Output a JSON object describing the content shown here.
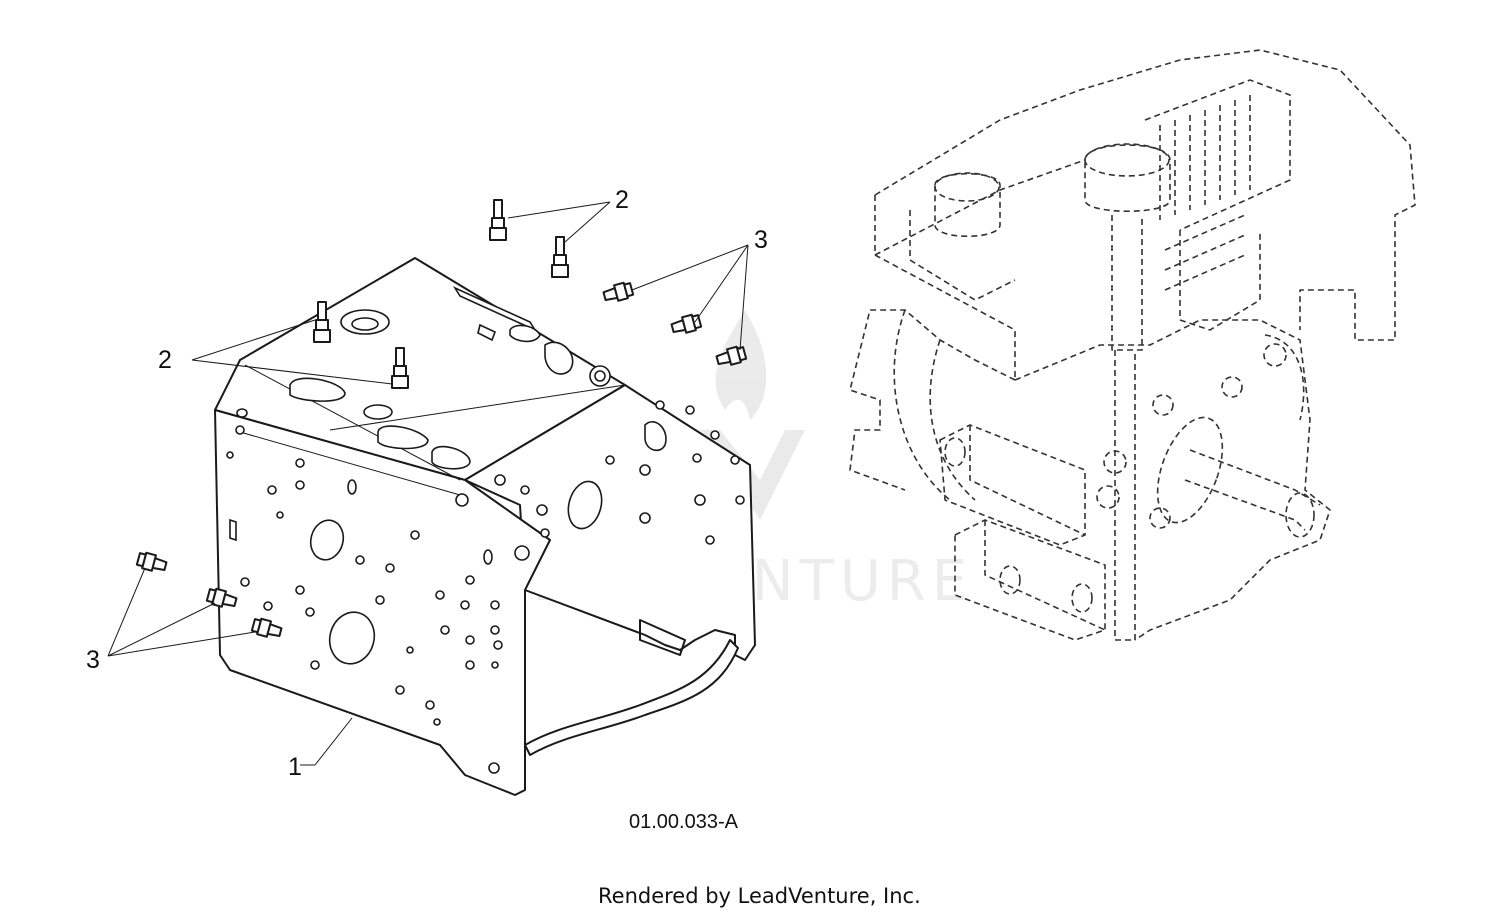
{
  "figure": {
    "figure_id": "01.00.033-A",
    "credit": "Rendered by LeadVenture, Inc.",
    "watermark": "LEADVENTURE"
  },
  "callouts": [
    {
      "label": "1",
      "part": "frame"
    },
    {
      "label": "2",
      "part": "stud"
    },
    {
      "label": "3",
      "part": "bolt"
    },
    {
      "label": "2",
      "part": "stud"
    },
    {
      "label": "3",
      "part": "bolt"
    }
  ],
  "colors": {
    "line": "#1a1a1a",
    "background": "#ffffff"
  }
}
